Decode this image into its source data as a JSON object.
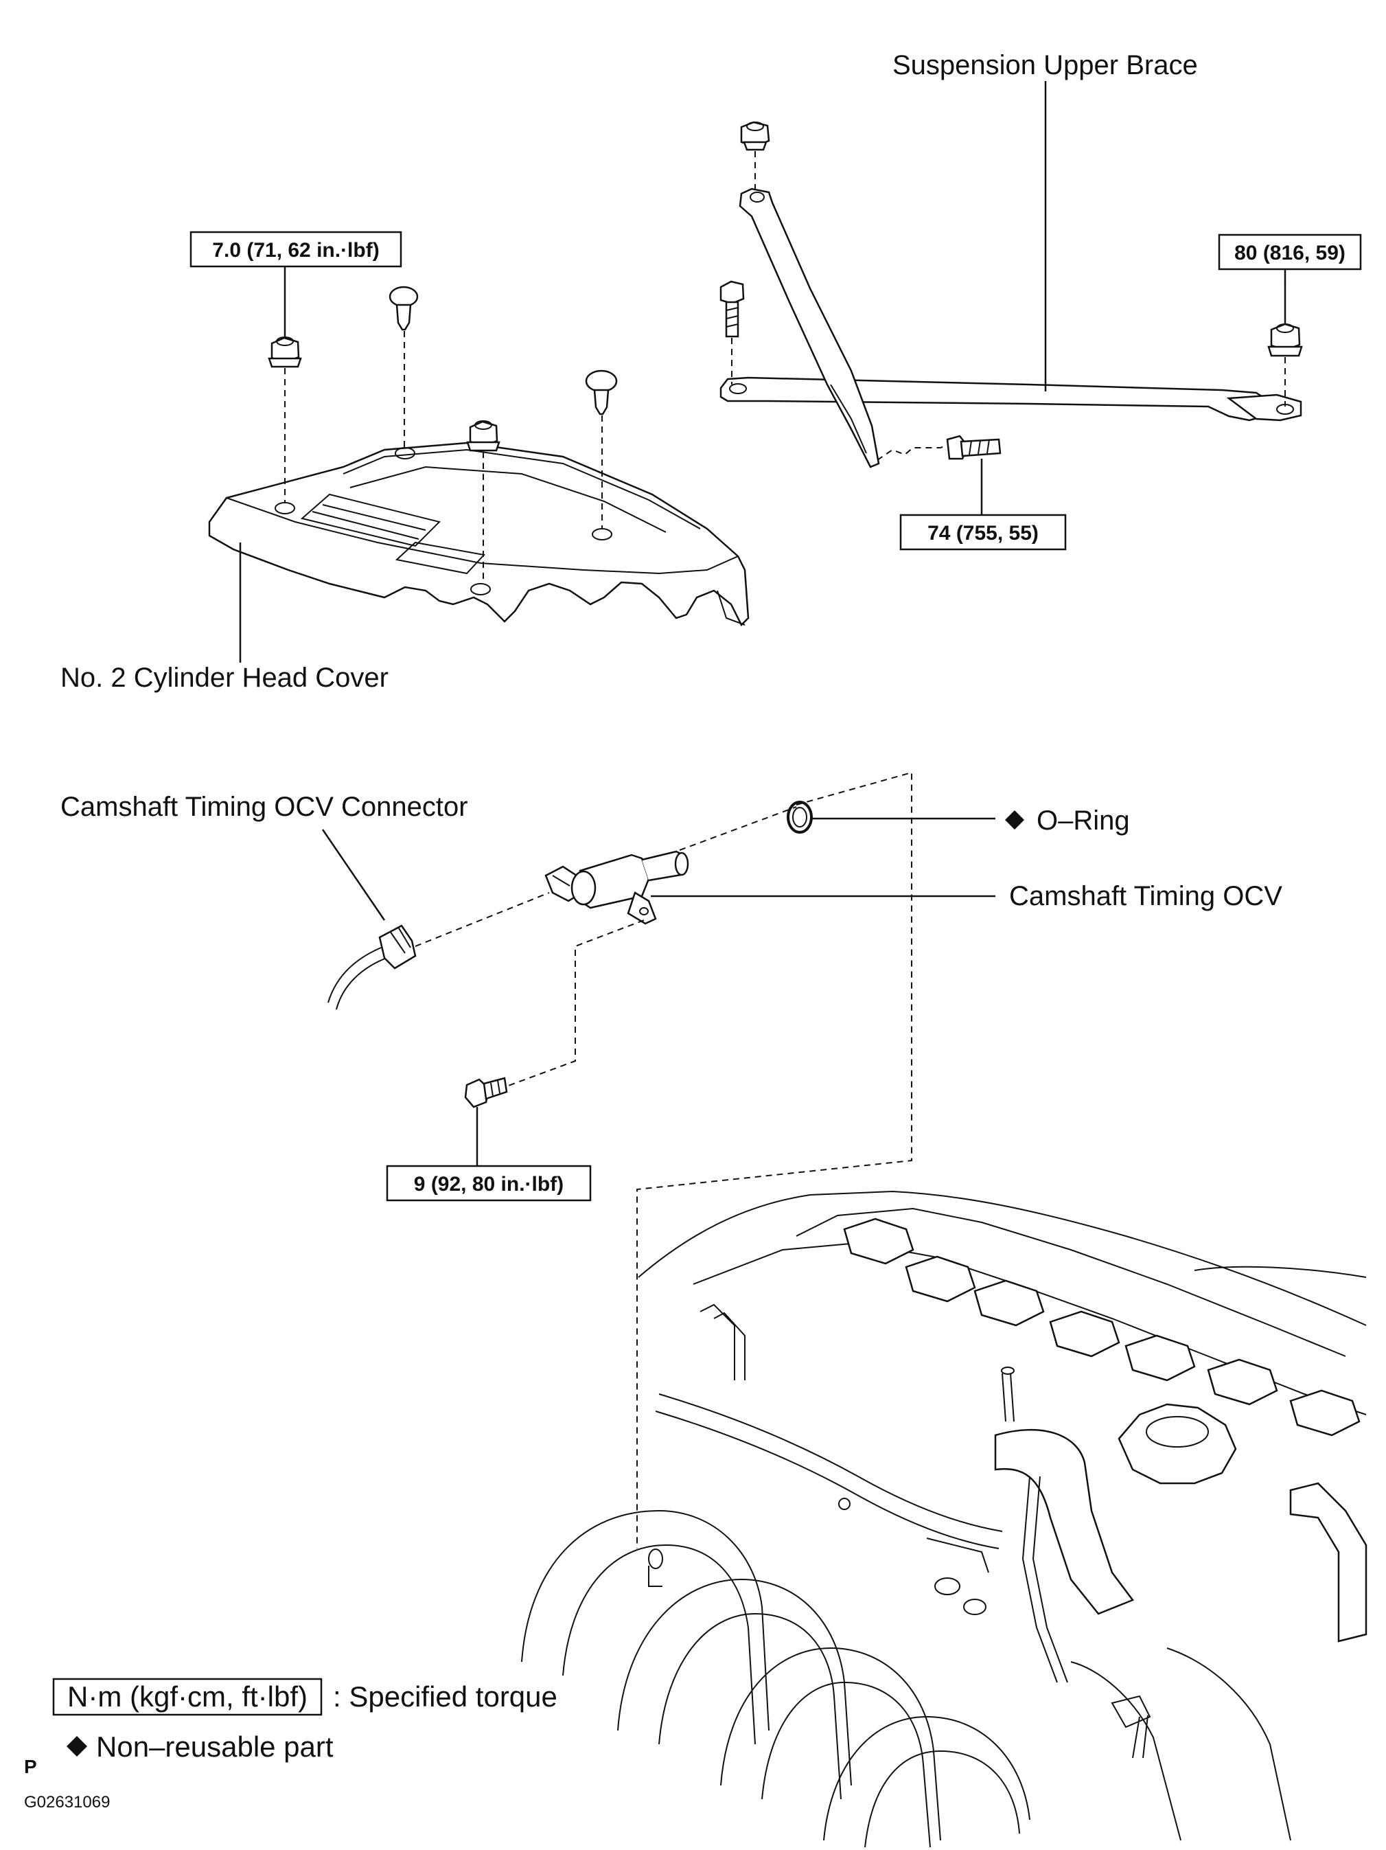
{
  "labels": {
    "suspension_upper_brace": "Suspension Upper Brace",
    "no2_cylinder_head_cover": "No. 2 Cylinder Head Cover",
    "camshaft_timing_ocv_connector": "Camshaft Timing OCV Connector",
    "o_ring": "O–Ring",
    "camshaft_timing_ocv": "Camshaft Timing OCV"
  },
  "torque_specs": {
    "head_cover_nut": "7.0 (71, 62 in.·lbf)",
    "brace_right_nut": "80 (816, 59)",
    "brace_bolt": "74 (755, 55)",
    "ocv_bolt": "9 (92, 80 in.·lbf)"
  },
  "legend": {
    "torque_box": "N·m (kgf·cm, ft·lbf)",
    "torque_text": ": Specified torque",
    "nonreusable_text": "Non–reusable part",
    "diamond_icon": "black-diamond-icon"
  },
  "footer": {
    "p_mark": "P",
    "figure_code": "G02631069"
  }
}
